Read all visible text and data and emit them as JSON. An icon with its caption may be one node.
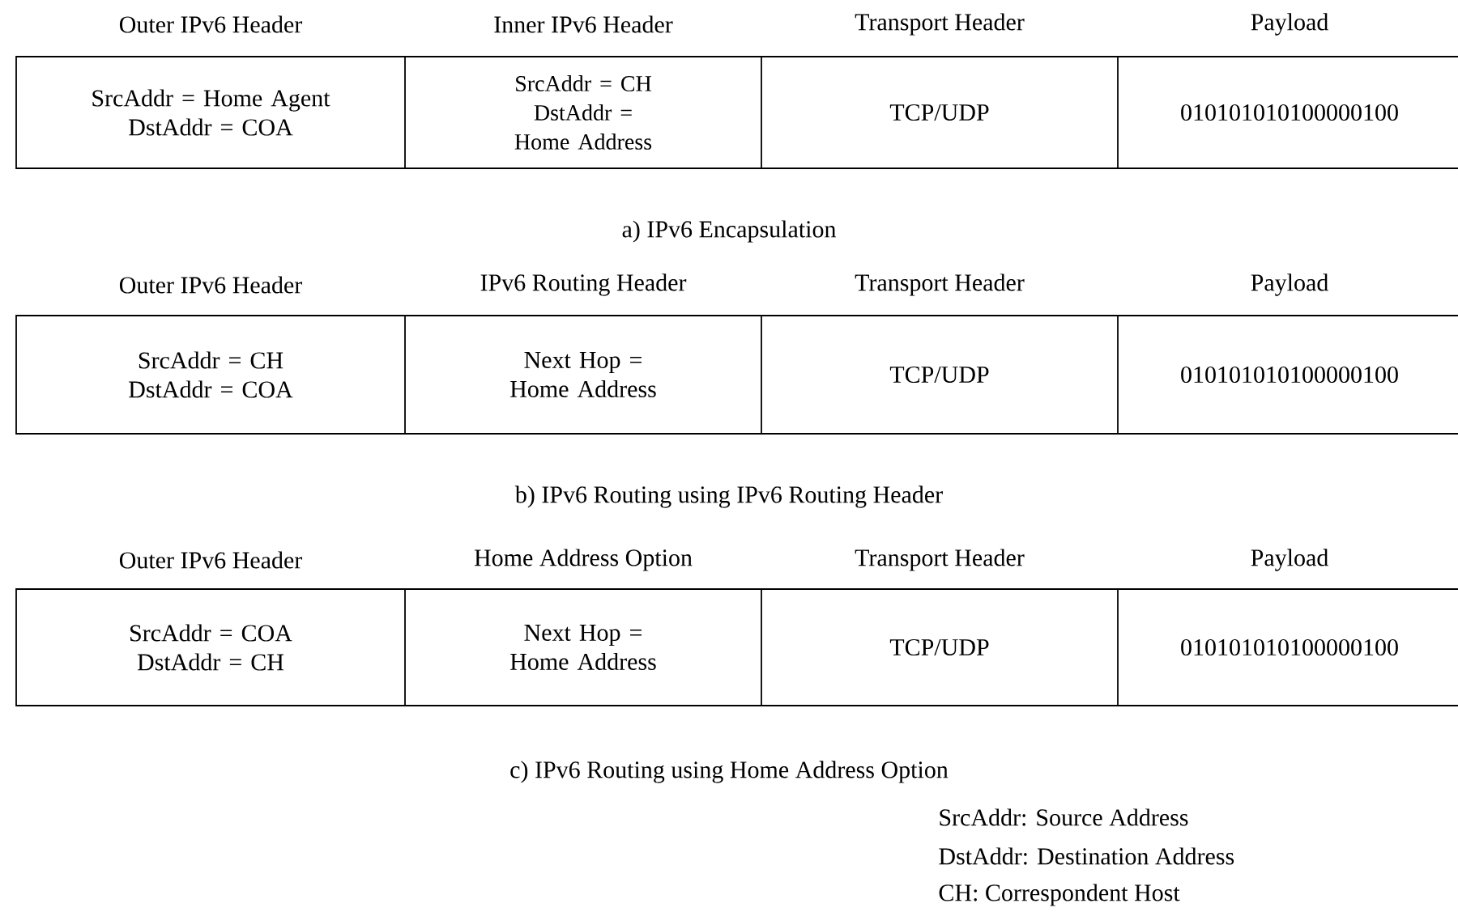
{
  "diagram": {
    "nodes": [
      {
        "text": [
          "Outer IPv6 Header",
          "SrcAddr = Home Agent",
          "DstAddr = COA"
        ]
      },
      {
        "text": [
          "Inner IPv6 Header",
          "SrcAddr = CH",
          "DstAddr = Home Address"
        ]
      },
      {
        "text": [
          "Transport Header",
          "TCP/UDP"
        ]
      },
      {
        "text": [
          "Payload",
          "010101010100000100"
        ]
      },
      {
        "text": [
          "Outer IPv6 Header",
          "SrcAddr = CH",
          "DstAddr = COA"
        ]
      },
      {
        "text": [
          "IPv6 Routing Header",
          "Next Hop = Home Address"
        ]
      },
      {
        "text": [
          "Transport Header",
          "TCP/UDP"
        ]
      },
      {
        "text": [
          "Payload",
          "010101010100000100"
        ]
      },
      {
        "text": [
          "Outer IPv6 Header",
          "SrcAddr = COA",
          "DstAddr = CH"
        ]
      },
      {
        "text": [
          "Home Address Option",
          "Next Hop = Home Address"
        ]
      },
      {
        "text": [
          "Transport Header",
          "TCP/UDP"
        ]
      },
      {
        "text": [
          "Payload",
          "010101010100000100"
        ]
      }
    ],
    "labels": [
      "a) IPv6 Encapsulation",
      "b) IPv6 Routing using IPv6 Routing Header",
      "c) IPv6 Routing using Home Address Option",
      "SrcAddr: Source Address",
      "DstAddr: Destination Address",
      "CH: Correspondent Host"
    ]
  }
}
